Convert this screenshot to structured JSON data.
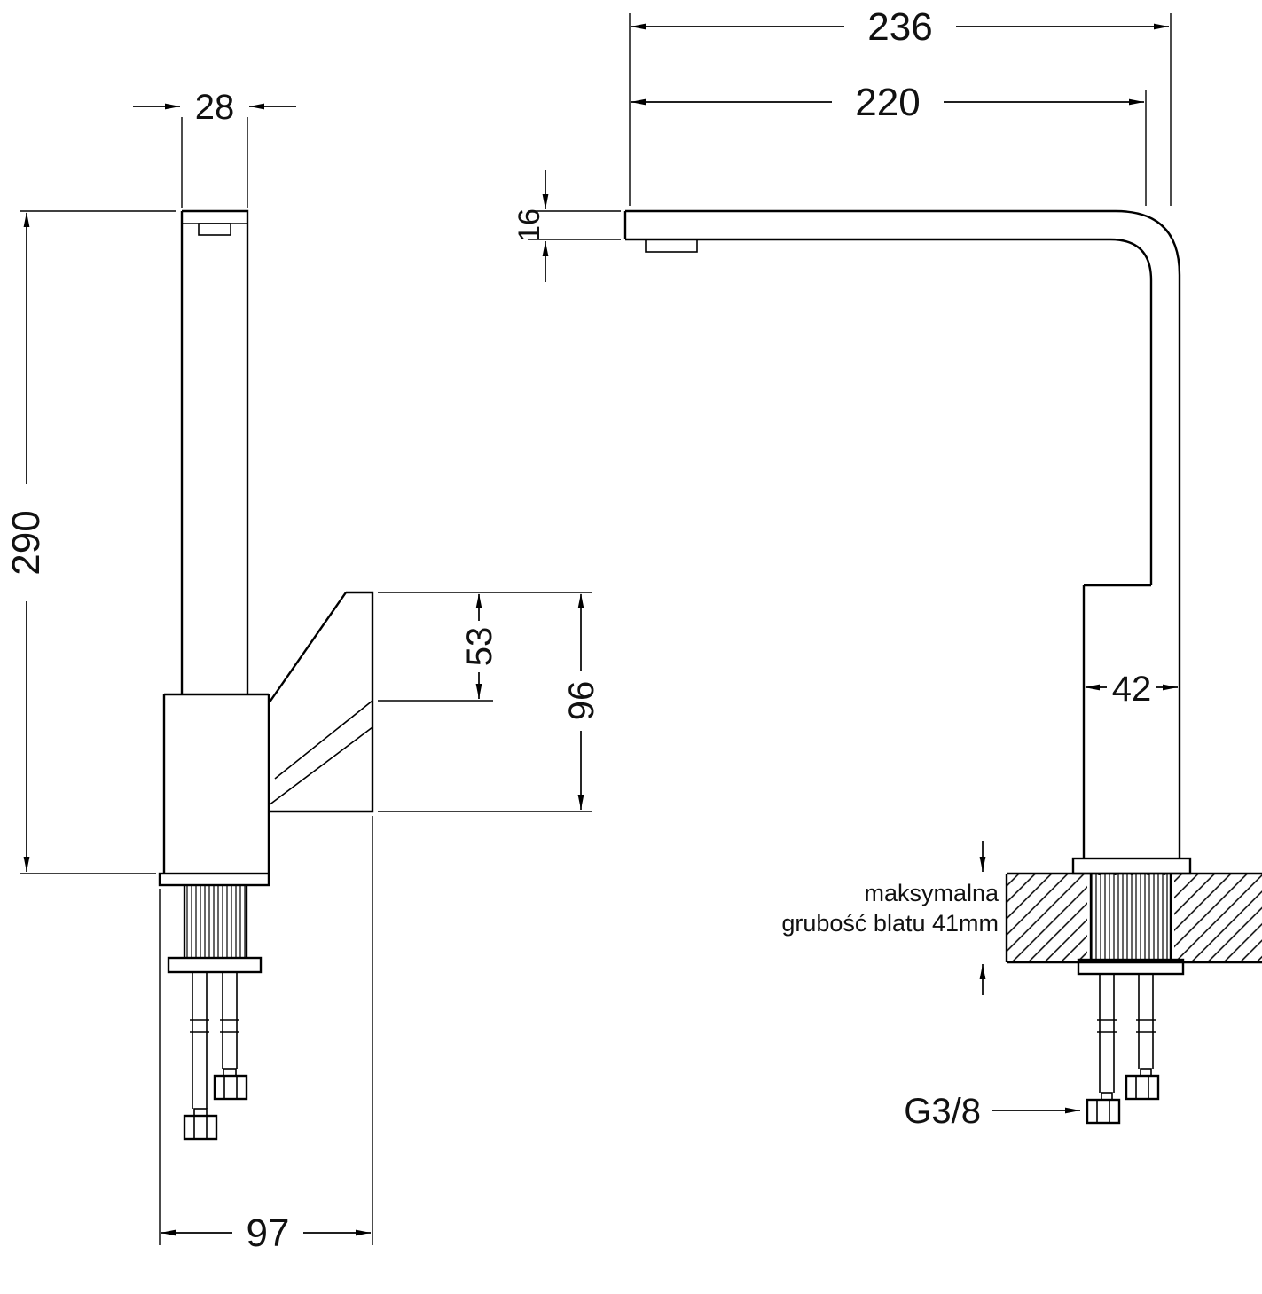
{
  "drawing": {
    "background": "#ffffff",
    "line_color": "#000000"
  },
  "dims": {
    "spout_column_width": "28",
    "total_height": "290",
    "base_depth": "97",
    "handle_upper": "53",
    "handle_total": "96",
    "reach_outer": "236",
    "reach_inner": "220",
    "spout_tip_thickness": "16",
    "body_width": "42"
  },
  "annotations": {
    "counter_note_line1": "maksymalna",
    "counter_note_line2": "grubość blatu 41mm",
    "thread_size": "G3/8"
  }
}
